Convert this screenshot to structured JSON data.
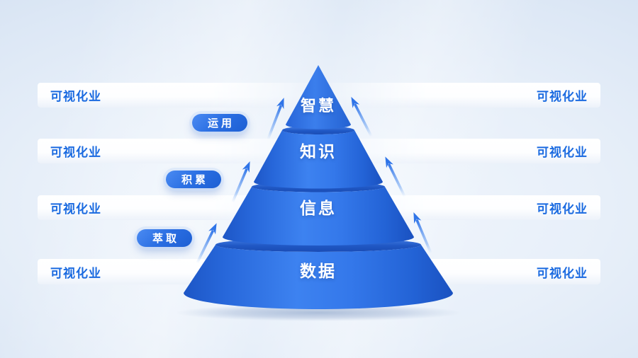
{
  "diagram": {
    "pyramid_levels": [
      {
        "label": "智慧"
      },
      {
        "label": "知识"
      },
      {
        "label": "信息"
      },
      {
        "label": "数据"
      }
    ],
    "transition_pills": [
      {
        "label": "运用"
      },
      {
        "label": "积累"
      },
      {
        "label": "萃取"
      }
    ],
    "rows": [
      {
        "left": "可视化业",
        "right": "可视化业"
      },
      {
        "left": "可视化业",
        "right": "可视化业"
      },
      {
        "left": "可视化业",
        "right": "可视化业"
      },
      {
        "left": "可视化业",
        "right": "可视化业"
      }
    ],
    "icons": {
      "up_arrow": "up-arrow"
    },
    "colors": {
      "accent_blue": "#2b6fe3",
      "banner_text_blue": "#1a6ae0",
      "pyramid_light": "#3d82f0",
      "pyramid_dark": "#1a4cb4",
      "banner_bg": "#ffffff",
      "background": "#e3ecf8"
    }
  }
}
